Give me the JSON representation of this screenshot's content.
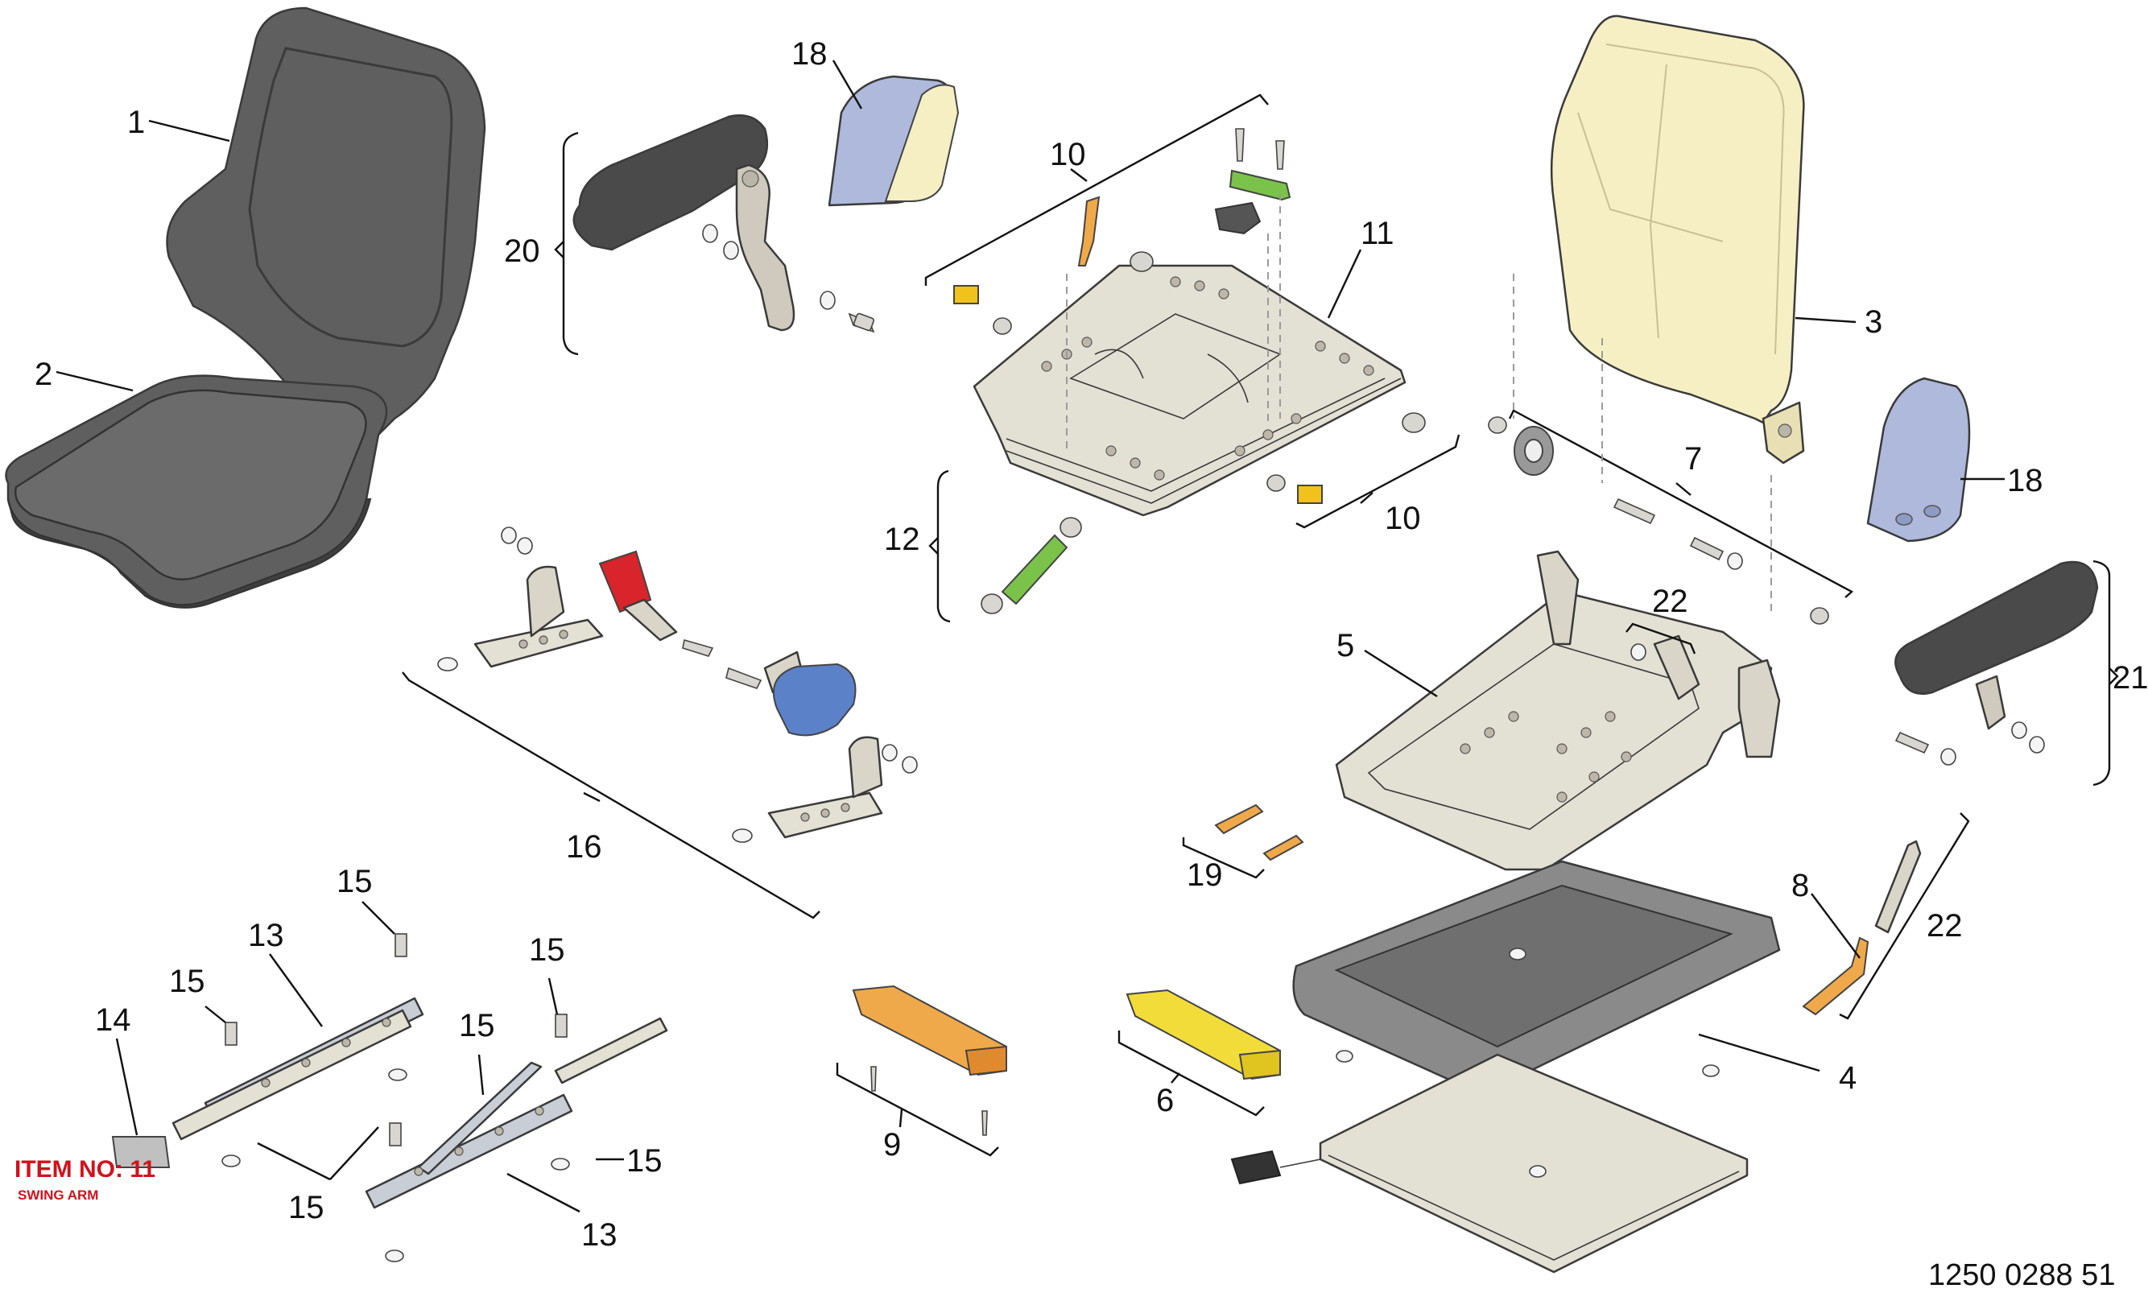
{
  "callouts": {
    "c1": "1",
    "c2": "2",
    "c3": "3",
    "c4": "4",
    "c5": "5",
    "c6": "6",
    "c7": "7",
    "c8": "8",
    "c9": "9",
    "c10a": "10",
    "c10b": "10",
    "c11": "11",
    "c12": "12",
    "c13a": "13",
    "c13b": "13",
    "c14": "14",
    "c15a": "15",
    "c15b": "15",
    "c15c": "15",
    "c15d": "15",
    "c15e": "15",
    "c15f": "15",
    "c16": "16",
    "c18a": "18",
    "c18b": "18",
    "c19": "19",
    "c20": "20",
    "c21": "21",
    "c22a": "22",
    "c22b": "22"
  },
  "item_tag": {
    "title": "ITEM NO: 11",
    "subtitle": "SWING ARM"
  },
  "drawing_number": "1250 0288 51",
  "colors": {
    "cushion": "#5f5f5f",
    "backrest_frame": "#f6efc4",
    "side_panel": "#aeb9dc",
    "armrest": "#4a4a4a",
    "base_plate": "#e3e0d4",
    "yellow_part": "#f2dc3a",
    "orange_part": "#f0a94a",
    "green_part": "#7bc24a",
    "red_buckle": "#d8242a",
    "blue_retractor": "#5b82c9",
    "callout_red": "#d0121b"
  }
}
